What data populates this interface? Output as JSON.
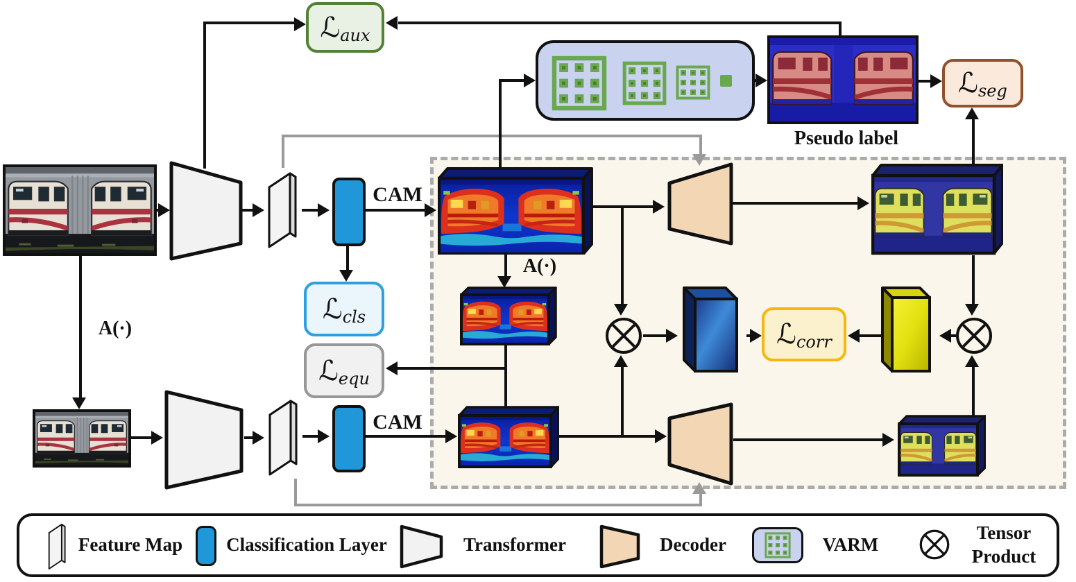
{
  "losses": {
    "aux": {
      "symbol": "ℒ",
      "sub": "aux"
    },
    "seg": {
      "symbol": "ℒ",
      "sub": "seg"
    },
    "cls": {
      "symbol": "ℒ",
      "sub": "cls"
    },
    "equ": {
      "symbol": "ℒ",
      "sub": "equ"
    },
    "corr": {
      "symbol": "ℒ",
      "sub": "corr"
    }
  },
  "labels": {
    "cam_top": "CAM",
    "cam_bottom": "CAM",
    "aug_input": "A(·)",
    "aug_cam": "A(·)",
    "pseudo_label": "Pseudo label"
  },
  "legend": {
    "items": [
      {
        "id": "feature-map",
        "label": "Feature Map"
      },
      {
        "id": "classification-layer",
        "label": "Classification Layer"
      },
      {
        "id": "transformer",
        "label": "Transformer"
      },
      {
        "id": "decoder",
        "label": "Decoder"
      },
      {
        "id": "varm",
        "label": "VARM"
      },
      {
        "id": "tensor-product",
        "label": "Tensor Product"
      }
    ]
  },
  "colors": {
    "loss_aux_border": "#538135",
    "loss_aux_fill": "#e9f1e5",
    "loss_seg_border": "#92512c",
    "loss_seg_fill": "#fbeadb",
    "loss_cls_border": "#2e9fe0",
    "loss_cls_fill": "#ebf5fc",
    "loss_equ_border": "#979797",
    "loss_equ_fill": "#f1f1f1",
    "loss_corr_border": "#f6b70e",
    "loss_corr_fill": "#fbf1cd",
    "classification_layer": "#1f97d8",
    "decoder": "#f3d7b5",
    "transformer": "#f2f2f2",
    "varm_panel": "#c9d3ef",
    "varm_green": "#6aa84f",
    "region_background": "#faf6eb",
    "region_border": "#ababab",
    "wire_gray": "#9a9a9a",
    "tensor_blue_slab": "#3e8ad8",
    "tensor_yellow_slab": "#e3e010"
  }
}
